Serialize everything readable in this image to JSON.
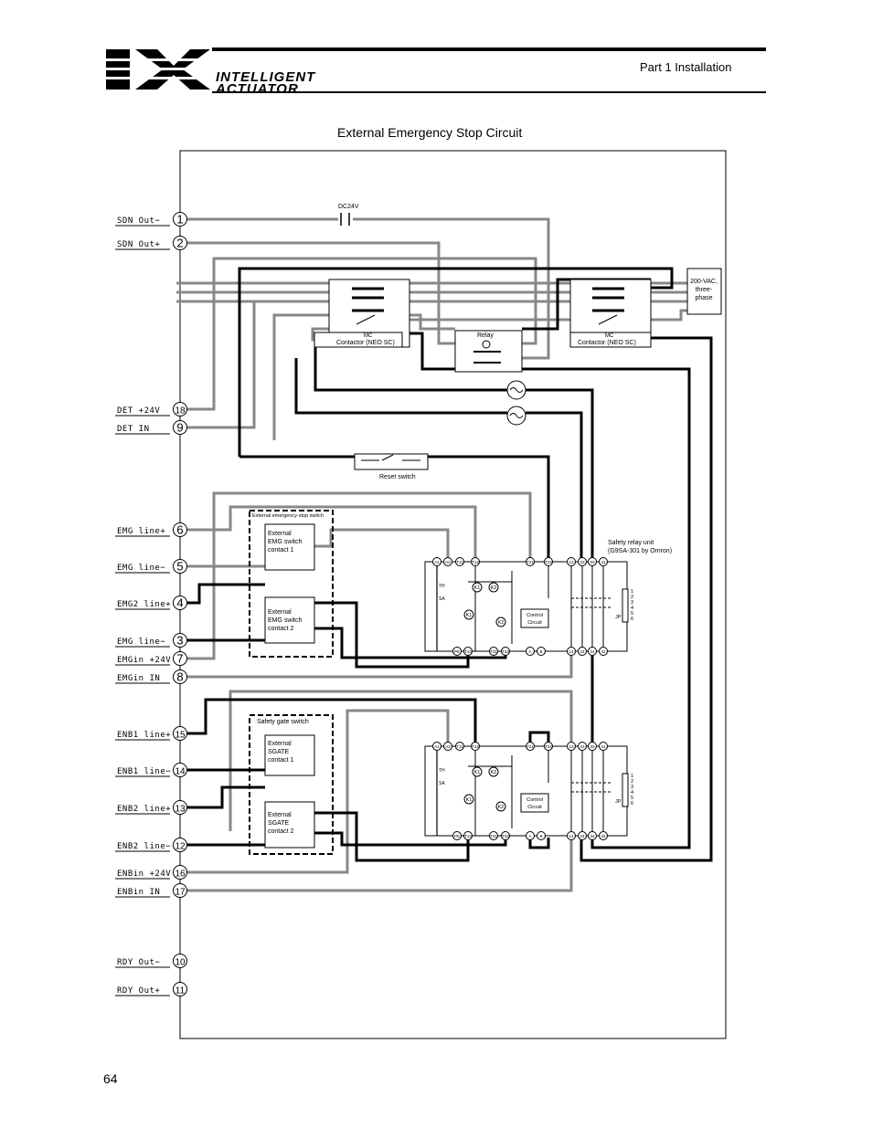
{
  "header": {
    "brand_line1": "INTELLIGENT",
    "brand_line2": "ACTUATOR",
    "section": "Part 1 Installation"
  },
  "title": "External Emergency Stop Circuit",
  "page_number": "64",
  "terminals": [
    {
      "id": "sdn-out-minus",
      "label": "SDN Out−",
      "num": "1"
    },
    {
      "id": "sdn-out-plus",
      "label": "SDN Out+",
      "num": "2"
    },
    {
      "id": "det-24v",
      "label": "DET +24V",
      "num": "18"
    },
    {
      "id": "det-in",
      "label": "DET IN",
      "num": "9"
    },
    {
      "id": "emg-line-plus",
      "label": "EMG line+",
      "num": "6"
    },
    {
      "id": "emg-line-minus-5",
      "label": "EMG line−",
      "num": "5"
    },
    {
      "id": "emg2-line-plus",
      "label": "EMG2 line+",
      "num": "4"
    },
    {
      "id": "emg-line-minus-3",
      "label": "EMG line−",
      "num": "3"
    },
    {
      "id": "emgin-24v",
      "label": "EMGin +24V",
      "num": "7"
    },
    {
      "id": "emgin-in",
      "label": "EMGin IN",
      "num": "8"
    },
    {
      "id": "enb1-line-plus",
      "label": "ENB1 line+",
      "num": "15"
    },
    {
      "id": "enb1-line-minus",
      "label": "ENB1 line−",
      "num": "14"
    },
    {
      "id": "enb2-line-plus",
      "label": "ENB2 line+",
      "num": "13"
    },
    {
      "id": "enb2-line-minus",
      "label": "ENB2 line−",
      "num": "12"
    },
    {
      "id": "enbin-24v",
      "label": "ENBin +24V",
      "num": "16"
    },
    {
      "id": "enbin-in",
      "label": "ENBin IN",
      "num": "17"
    },
    {
      "id": "rdy-out-minus",
      "label": "RDY Out−",
      "num": "10"
    },
    {
      "id": "rdy-out-plus",
      "label": "RDY Out+",
      "num": "11"
    }
  ],
  "components": {
    "dc24v": "DC24V",
    "contactor_left": "Contactor (NEO SC)",
    "contactor_right": "Contactor (NEO SC)",
    "mc": "MC",
    "relay": "Relay",
    "supply_line1": "200-VAC,",
    "supply_line2": "three-",
    "supply_line3": "phase",
    "reset_switch": "Reset switch",
    "emg_box_title": "External emergency-stop switch",
    "emg_contact1": [
      "External",
      "EMG switch",
      "contact 1"
    ],
    "emg_contact2": [
      "External",
      "EMG switch",
      "contact 2"
    ],
    "gate_box_title": "Safety gate switch",
    "gate_contact1": [
      "External",
      "SGATE",
      "contact 1"
    ],
    "gate_contact2": [
      "External",
      "SGATE",
      "contact 2"
    ],
    "safety_relay_line1": "Safety relay unit",
    "safety_relay_line2": "(G9SA-301 by Omron)",
    "control_circuit": [
      "Control",
      "Circuit"
    ],
    "relay_top_terminals": [
      "A1",
      "A2",
      "T11",
      "T12",
      "T21",
      "T22",
      "13",
      "23",
      "33",
      "41"
    ],
    "relay_bottom_terminals": [
      "PE",
      "T12",
      "T31",
      "T32",
      "A",
      "B",
      "14",
      "24",
      "34",
      "42"
    ],
    "k_labels": [
      "K1",
      "K2",
      "K1",
      "K2"
    ],
    "jp": "JP",
    "sa": "SA",
    "th": "TH",
    "pin_numbers": [
      "1",
      "2",
      "3",
      "4",
      "5",
      "6"
    ]
  }
}
